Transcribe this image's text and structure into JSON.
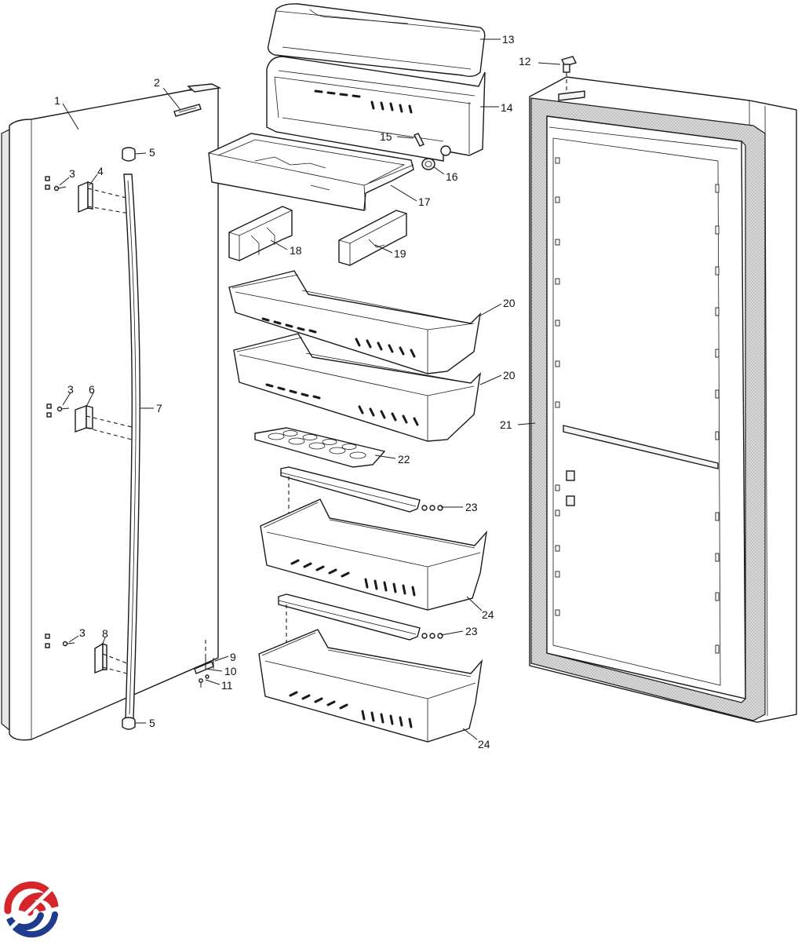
{
  "diagram": {
    "callouts": [
      {
        "id": "1",
        "label": "1"
      },
      {
        "id": "2",
        "label": "2"
      },
      {
        "id": "3a",
        "label": "3"
      },
      {
        "id": "4",
        "label": "4"
      },
      {
        "id": "5a",
        "label": "5"
      },
      {
        "id": "3b",
        "label": "3"
      },
      {
        "id": "6",
        "label": "6"
      },
      {
        "id": "7",
        "label": "7"
      },
      {
        "id": "3c",
        "label": "3"
      },
      {
        "id": "8",
        "label": "8"
      },
      {
        "id": "9",
        "label": "9"
      },
      {
        "id": "10",
        "label": "10"
      },
      {
        "id": "11",
        "label": "11"
      },
      {
        "id": "5b",
        "label": "5"
      },
      {
        "id": "13",
        "label": "13"
      },
      {
        "id": "14",
        "label": "14"
      },
      {
        "id": "15",
        "label": "15"
      },
      {
        "id": "16",
        "label": "16"
      },
      {
        "id": "17",
        "label": "17"
      },
      {
        "id": "18",
        "label": "18"
      },
      {
        "id": "19",
        "label": "19"
      },
      {
        "id": "20a",
        "label": "20"
      },
      {
        "id": "20b",
        "label": "20"
      },
      {
        "id": "22",
        "label": "22"
      },
      {
        "id": "23a",
        "label": "23"
      },
      {
        "id": "24a",
        "label": "24"
      },
      {
        "id": "23b",
        "label": "23"
      },
      {
        "id": "24b",
        "label": "24"
      },
      {
        "id": "12",
        "label": "12"
      },
      {
        "id": "21",
        "label": "21"
      }
    ]
  },
  "brand": {
    "logo_icon": "swirl-logo-icon",
    "colors": {
      "red": "#d7252c",
      "blue": "#1f3c8c"
    }
  }
}
